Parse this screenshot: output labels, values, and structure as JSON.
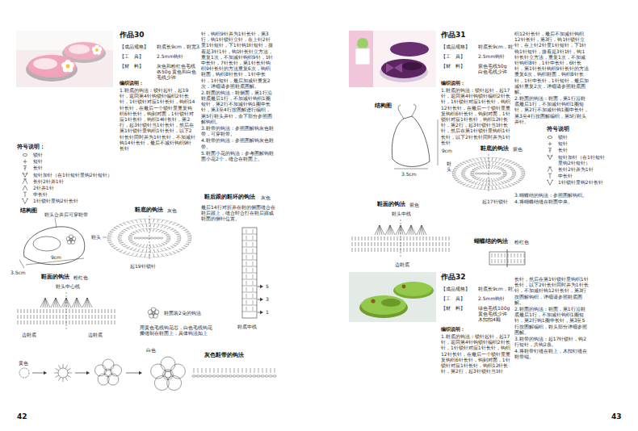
{
  "diagram": {
    "labels": [
      "作品30",
      "【成品规格】",
      "鞋底长9cm，鞋宽3.5cm",
      "【工　具】",
      "2.5mm钩针",
      "【材　料】",
      "灰色和粉红色毛线各50g 黄色和白色毛线少许",
      "编织说明：",
      "1.鞋底的钩法：锁针起针，起19针，返回第4针钩锁针编织2针长针，1针锁针对应1针长针，钩织14针长针，在最后一个锁针里重复钩织6针长针，钩到对面，1针锁针对应1针长针，钩织14针长针，第2行，起3针锁针当1针长针，然后在第1针锁针里钩织1针长针，以下2针长针同时并为1针长针，不加减针钩14针长针，最后不减针钩织9针长针",
      "针，钩织9针并为1针长针，第3行，钩1针锁针立针，在上针2针里1针短针，下1针钩1针短针，接着是3针1针，钩1针长针立方法，重复1次，不加减针钩织9针，1针中长针，7针长针，第1针长针钩织9针长针的方法重复6次，钩织鞋面，钩织8针长针，1针中长针，1针短针，最后加减针重复2次，详细请参照鞋底图解。",
      "2.鞋面的钩法：鞋侧面，第1行沿鞋底最后1行，不加减针钩织1圈短针，第2行不加减针钩1圈中长针，第3至4行按图解进行编织，第5行鞋头并针，余下部分参照图解钩织。",
      "3.鞋带的钩法：参照图解钩灰色鞋带，可穿鞋带。",
      "4.鞋带的钩法：参照图解钩灰色鞋带。",
      "5.鞋面小花的钩法：参考图解钩鞋面小花2个，缝合在鞋面上。",
      "符号说明：",
      "结构图",
      "鞋头合并后可穿鞋带",
      "9cm",
      "3.5cm",
      "鞋底的钩法",
      "灰色",
      "鞋头",
      "起19针锁针",
      "鞋后跟的鞋环的钩法",
      "灰色",
      "最后14行对折并在鞋的侧面缝合在鞋后跟上，缝合时合打在鞋后跟或鞋面的侧针位置。",
      "5",
      "3",
      "1",
      "鞋底中线",
      "鞋面的钩法",
      "粉红色",
      "鞋头中心线",
      "边鞋底",
      "边鞋底",
      "鞋面装2朵的钩法",
      "用黄色毛线钩花芯，白色毛线钩花瓣缝制在鞋面上，具体钩法如上",
      "黄色",
      "白色",
      "灰色鞋带的钩法",
      "42",
      "作品31",
      "【成品规格】",
      "鞋底长9cm，鞋宽3.5cm",
      "【工　具】",
      "2.5mm钩针",
      "【材　料】",
      "紫色毛线50g 白色毛线少许",
      "编织说明：",
      "1.鞋底的钩法：锁针起针，起17针，返回第4针钩锁针编织2针长针，1针锁针对应1针长针，钩织12针长针，在最后一个锁针里重复钩织6针长针，钩到对面，1针锁针对应1针长针，钩织12针长针，第2行，起3针锁针当1针长针，然后在第1针锁针里钩织1针长针，以下2针长针同时并为1针长针",
      "织12针长针，最后不加减针钩织12针长针，第3行，钩1针锁针立针，在上针2针里1针短针，下1针钩1针短针，接着是3针1针，钩1针长针立方法，重复1次，不加减针钩织8针，1针中长针，6针长针，第1针长针钩织9针长针的方法重复6次，钩织鞋面，钩织8针长针，1针中长针，1针短针，最后加减针重复2次，详细请参照鞋底图解。",
      "2.鞋面的钩法：鞋面，第1行沿鞋底最后1行，不加减针钩织1圈短针，第2行不加减针钩1圈中长针，第3至4行按图解编织，第5行鞋头并针。",
      "符号说明",
      "3.蝴蝶结的钩法：参照图解钩织。",
      "4.将蝴蝶结缝在鞋面中央。",
      "结构图",
      "9cm",
      "3.5cm",
      "鞋底的钩法",
      "紫色",
      "鞋头",
      "起17针锁针",
      "鞋面的钩法",
      "紫色",
      "鞋头中线",
      "边鞋底",
      "蝴蝶结的钩法",
      "粉红色",
      "作品32",
      "【成品规格】",
      "鞋底长9cm，鞋宽4cm",
      "【工　具】",
      "2.5mm钩针",
      "【材　料】",
      "绿色毛线100g 黄色毛线少许 木扣扣4颗",
      "编织说明：",
      "1.鞋底的钩法：锁针起针，起17针，返回第4针钩锁针编织2针长针，1针锁针对应1针长针，钩织12针长针，在最后一个锁针里重复钩织6针长针，钩到对面，1针锁针对应1针长针，钩织12针长针，第2行，起3针锁针当1针",
      "长针，然后在第1针锁针里钩织1针长针，以下2针长针同时并为1针长针，不加减针钩12针长针，第3行按图解钩织，详细请参照鞋底图解。",
      "2.鞋面的钩法：鞋面，第1行沿鞋底最后1行，不加减针钩织1圈短针，第2行钩1圈中长针，第3至5行按图解编织，鞋头部分详细参照图解。",
      "3.鞋带的钩法：起17针锁针，钩2行短针，共钩2条。",
      "4.将鞋带钉缝在鞋上，木扣钉缝在鞋带端。",
      "43"
    ],
    "legend": [
      {
        "text": "锁针"
      },
      {
        "text": "短针"
      },
      {
        "text": "长针"
      },
      {
        "text": "短针加针（在1针短针里钩2针短针）"
      },
      {
        "text": "长针2针并1针"
      },
      {
        "text": "2针并1针"
      },
      {
        "text": "中长针"
      },
      {
        "text": "1针锁针里钩2针长针"
      },
      {
        "text": "锁针"
      },
      {
        "text": "短针"
      },
      {
        "text": "长针"
      },
      {
        "text": "短针加针（在1针短针里钩2针短针）"
      },
      {
        "text": "长针2针并为1针"
      },
      {
        "text": "中长针"
      },
      {
        "text": "1针锁针里钩2针长针"
      }
    ]
  }
}
